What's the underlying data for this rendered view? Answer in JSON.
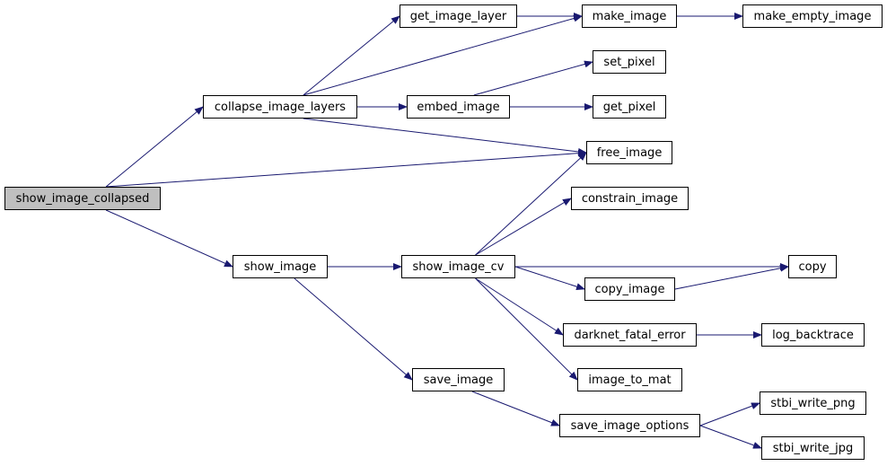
{
  "graph": {
    "edge_color": "#191970",
    "root_fill": "#bfbfbf",
    "node_fill": "#ffffff",
    "nodes": {
      "show_image_collapsed": "show_image_collapsed",
      "collapse_image_layers": "collapse_image_layers",
      "get_image_layer": "get_image_layer",
      "make_image": "make_image",
      "make_empty_image": "make_empty_image",
      "embed_image": "embed_image",
      "set_pixel": "set_pixel",
      "get_pixel": "get_pixel",
      "free_image": "free_image",
      "constrain_image": "constrain_image",
      "show_image": "show_image",
      "show_image_cv": "show_image_cv",
      "copy": "copy",
      "copy_image": "copy_image",
      "darknet_fatal_error": "darknet_fatal_error",
      "log_backtrace": "log_backtrace",
      "image_to_mat": "image_to_mat",
      "save_image": "save_image",
      "save_image_options": "save_image_options",
      "stbi_write_png": "stbi_write_png",
      "stbi_write_jpg": "stbi_write_jpg"
    },
    "edges": [
      [
        "show_image_collapsed",
        "collapse_image_layers"
      ],
      [
        "show_image_collapsed",
        "free_image"
      ],
      [
        "show_image_collapsed",
        "show_image"
      ],
      [
        "collapse_image_layers",
        "get_image_layer"
      ],
      [
        "collapse_image_layers",
        "make_image"
      ],
      [
        "collapse_image_layers",
        "embed_image"
      ],
      [
        "collapse_image_layers",
        "free_image"
      ],
      [
        "get_image_layer",
        "make_image"
      ],
      [
        "make_image",
        "make_empty_image"
      ],
      [
        "embed_image",
        "set_pixel"
      ],
      [
        "embed_image",
        "get_pixel"
      ],
      [
        "show_image",
        "show_image_cv"
      ],
      [
        "show_image",
        "save_image"
      ],
      [
        "show_image_cv",
        "free_image"
      ],
      [
        "show_image_cv",
        "constrain_image"
      ],
      [
        "show_image_cv",
        "copy"
      ],
      [
        "show_image_cv",
        "copy_image"
      ],
      [
        "show_image_cv",
        "darknet_fatal_error"
      ],
      [
        "show_image_cv",
        "image_to_mat"
      ],
      [
        "copy_image",
        "copy"
      ],
      [
        "darknet_fatal_error",
        "log_backtrace"
      ],
      [
        "save_image",
        "save_image_options"
      ],
      [
        "save_image_options",
        "stbi_write_png"
      ],
      [
        "save_image_options",
        "stbi_write_jpg"
      ]
    ]
  }
}
